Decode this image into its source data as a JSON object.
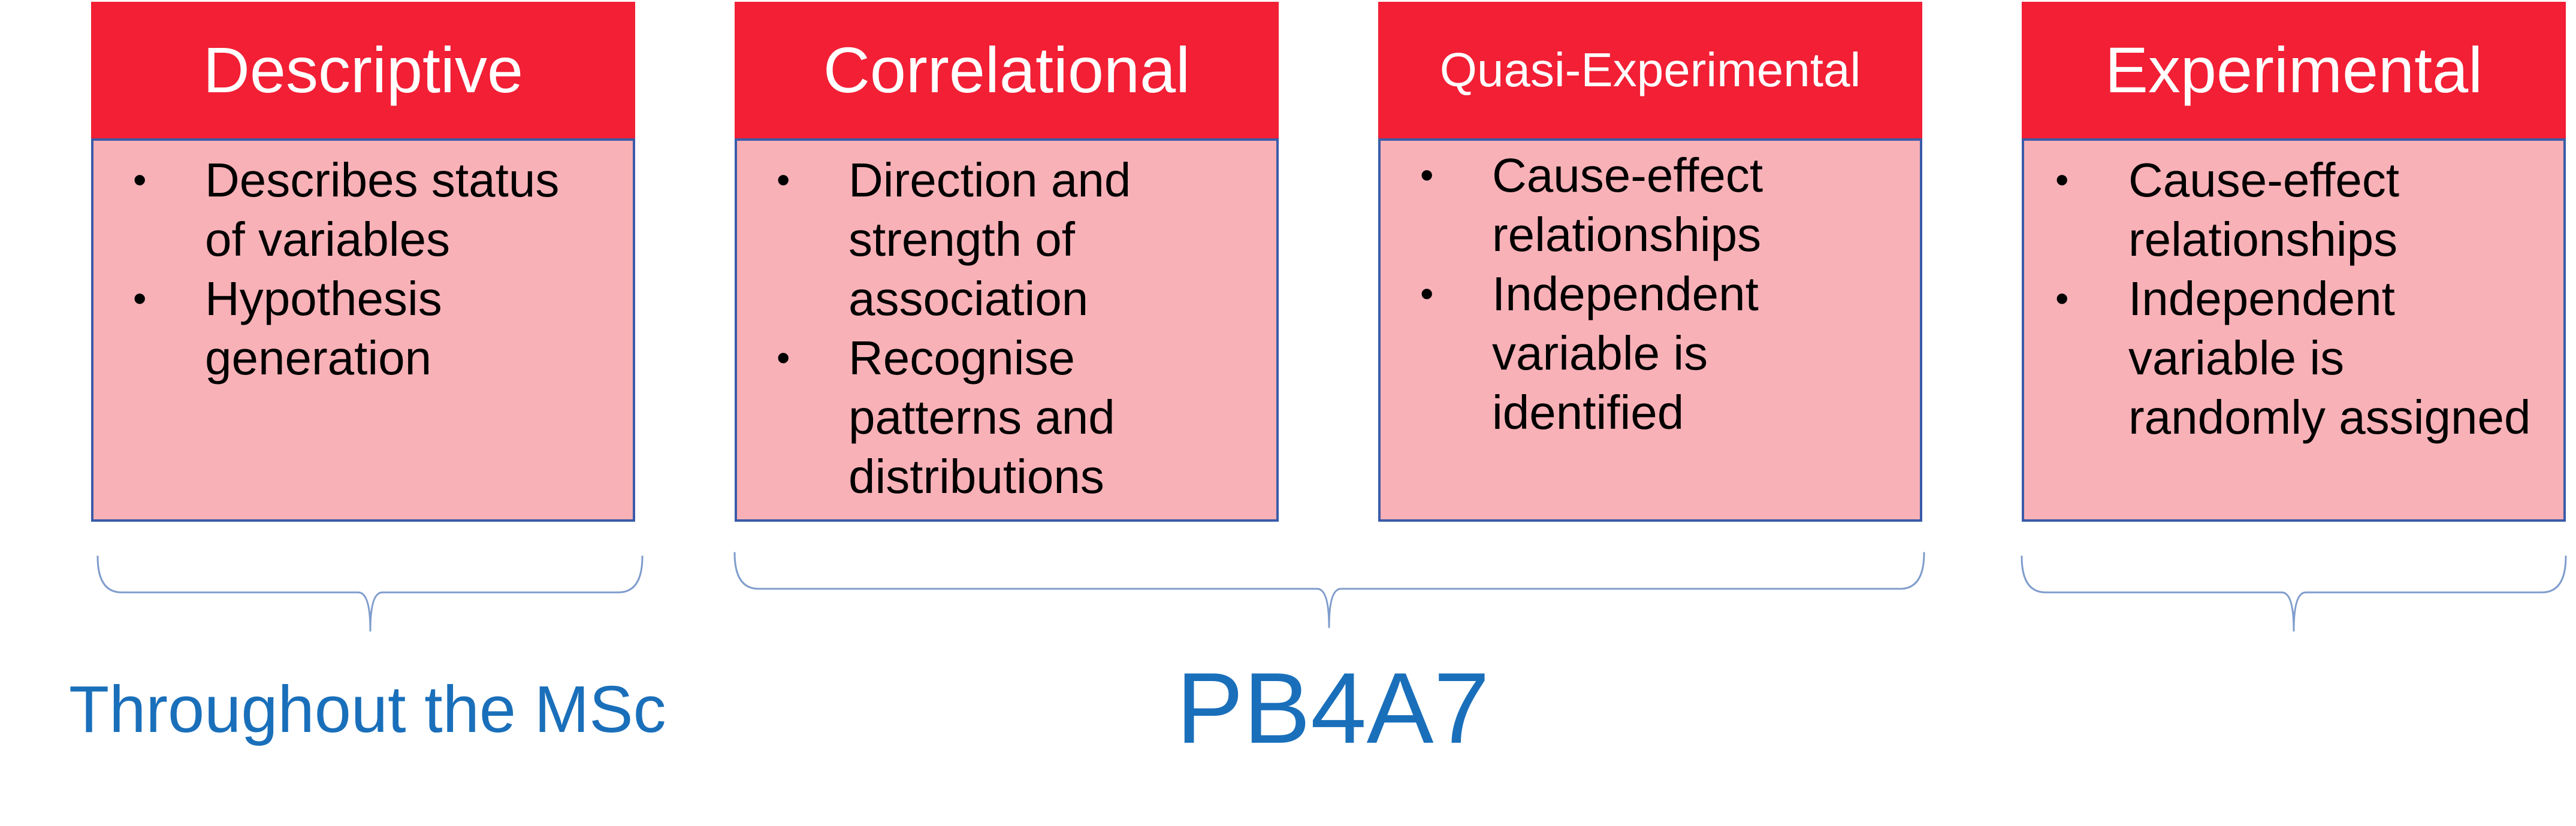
{
  "boxes": [
    {
      "title": "Descriptive",
      "bullets": [
        "Describes status\nof variables",
        "Hypothesis\ngeneration"
      ]
    },
    {
      "title": "Correlational",
      "bullets": [
        "Direction and\nstrength of\nassociation",
        "Recognise\npatterns and\ndistributions"
      ]
    },
    {
      "title": "Quasi-Experimental",
      "bullets": [
        "Cause-effect\nrelationships",
        "Independent\nvariable is\nidentified"
      ]
    },
    {
      "title": "Experimental",
      "bullets": [
        "Cause-effect\nrelationships",
        "Independent\nvariable is\nrandomly assigned"
      ]
    }
  ],
  "bullet_glyph": "•",
  "labels": {
    "left": "Throughout the MSc",
    "center": "PB4A7"
  },
  "colors": {
    "header_red": "#f21f35",
    "body_pink": "#f8b1b7",
    "border_blue": "#3a5ba8",
    "label_blue": "#1a6fba",
    "bracket_blue": "#7f9ccc"
  }
}
